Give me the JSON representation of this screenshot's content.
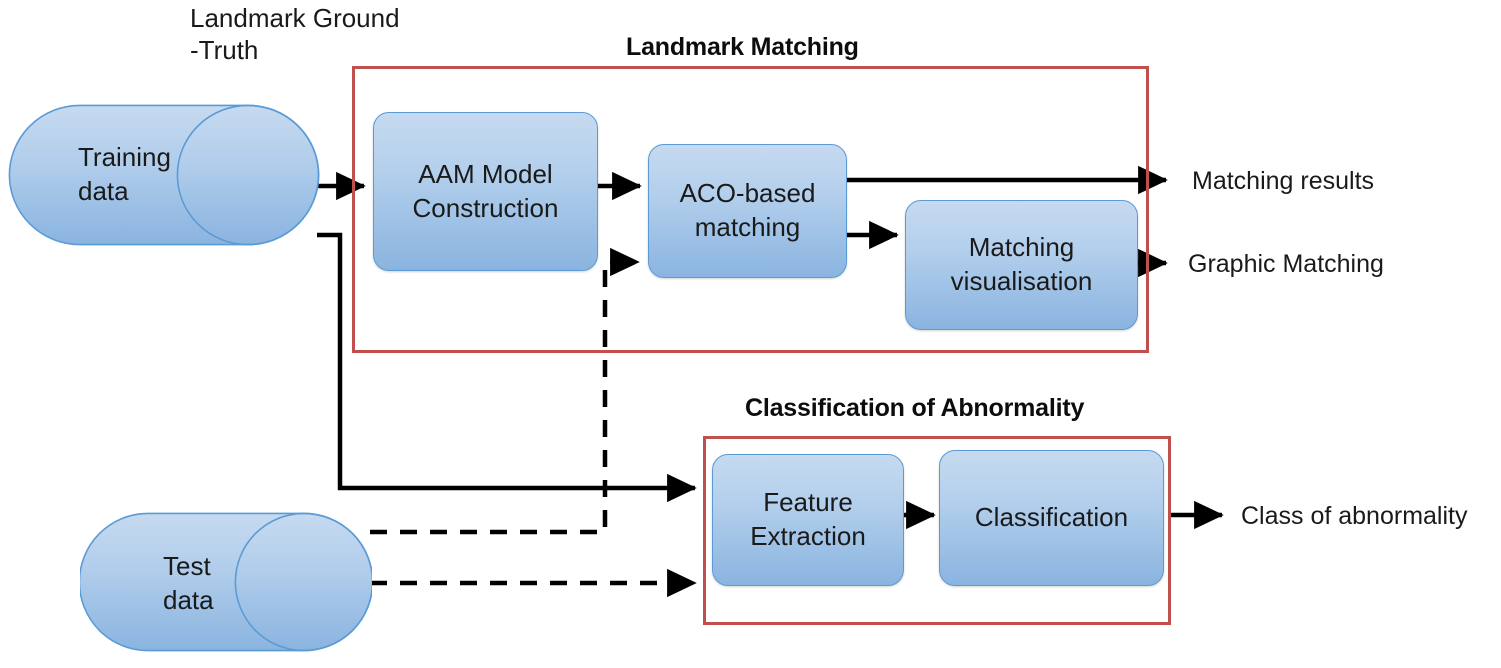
{
  "diagram": {
    "title_annotations": [
      {
        "name": "landmark-ground-truth",
        "text": "Landmark Ground\n-Truth"
      },
      {
        "name": "landmark-matching",
        "text": "Landmark Matching"
      },
      {
        "name": "classification-of-abnormality",
        "text": "Classification of Abnormality"
      }
    ],
    "data_stores": [
      {
        "id": "training-data",
        "label": "Training\ndata"
      },
      {
        "id": "test-data",
        "label": "Test\ndata"
      }
    ],
    "process_boxes": [
      {
        "id": "aam-model-construction",
        "label": "AAM Model\nConstruction"
      },
      {
        "id": "aco-based-matching",
        "label": "ACO-based\nmatching"
      },
      {
        "id": "matching-visualisation",
        "label": "Matching\nvisualisation"
      },
      {
        "id": "feature-extraction",
        "label": "Feature\nExtraction"
      },
      {
        "id": "classification",
        "label": "Classification"
      }
    ],
    "groups": [
      {
        "id": "landmark-matching-group",
        "title": "Landmark Matching"
      },
      {
        "id": "classification-group",
        "title": "Classification of Abnormality"
      }
    ],
    "outputs": [
      {
        "id": "matching-results",
        "label": "Matching results"
      },
      {
        "id": "graphic-matching",
        "label": "Graphic Matching"
      },
      {
        "id": "class-of-abnormality",
        "label": "Class of abnormality"
      }
    ],
    "colors": {
      "box_fill_top": "#c6daf0",
      "box_fill_bottom": "#8ab4e0",
      "box_border": "#5b9bd5",
      "group_border": "#c0504d",
      "connector": "#000000",
      "text": "#1a1a1a",
      "background": "#ffffff"
    },
    "connectors": [
      {
        "id": "training-to-aam",
        "style": "solid",
        "from": "training-data",
        "to": "aam-model-construction"
      },
      {
        "id": "aam-to-aco",
        "style": "solid",
        "from": "aam-model-construction",
        "to": "aco-based-matching"
      },
      {
        "id": "aco-to-matching-results",
        "style": "solid",
        "from": "aco-based-matching",
        "to": "matching-results"
      },
      {
        "id": "aco-to-matching-visualisation",
        "style": "solid",
        "from": "aco-based-matching",
        "to": "matching-visualisation"
      },
      {
        "id": "matching-visualisation-to-graphic-matching",
        "style": "solid",
        "from": "matching-visualisation",
        "to": "graphic-matching"
      },
      {
        "id": "training-to-feature-extraction",
        "style": "solid",
        "from": "training-data",
        "to": "feature-extraction"
      },
      {
        "id": "test-to-aco",
        "style": "dashed",
        "from": "test-data",
        "to": "aco-based-matching"
      },
      {
        "id": "test-to-feature-extraction",
        "style": "dashed",
        "from": "test-data",
        "to": "feature-extraction"
      },
      {
        "id": "feature-extraction-to-classification",
        "style": "solid",
        "from": "feature-extraction",
        "to": "classification"
      },
      {
        "id": "classification-to-class-of-abnormality",
        "style": "solid",
        "from": "classification",
        "to": "class-of-abnormality"
      }
    ]
  }
}
